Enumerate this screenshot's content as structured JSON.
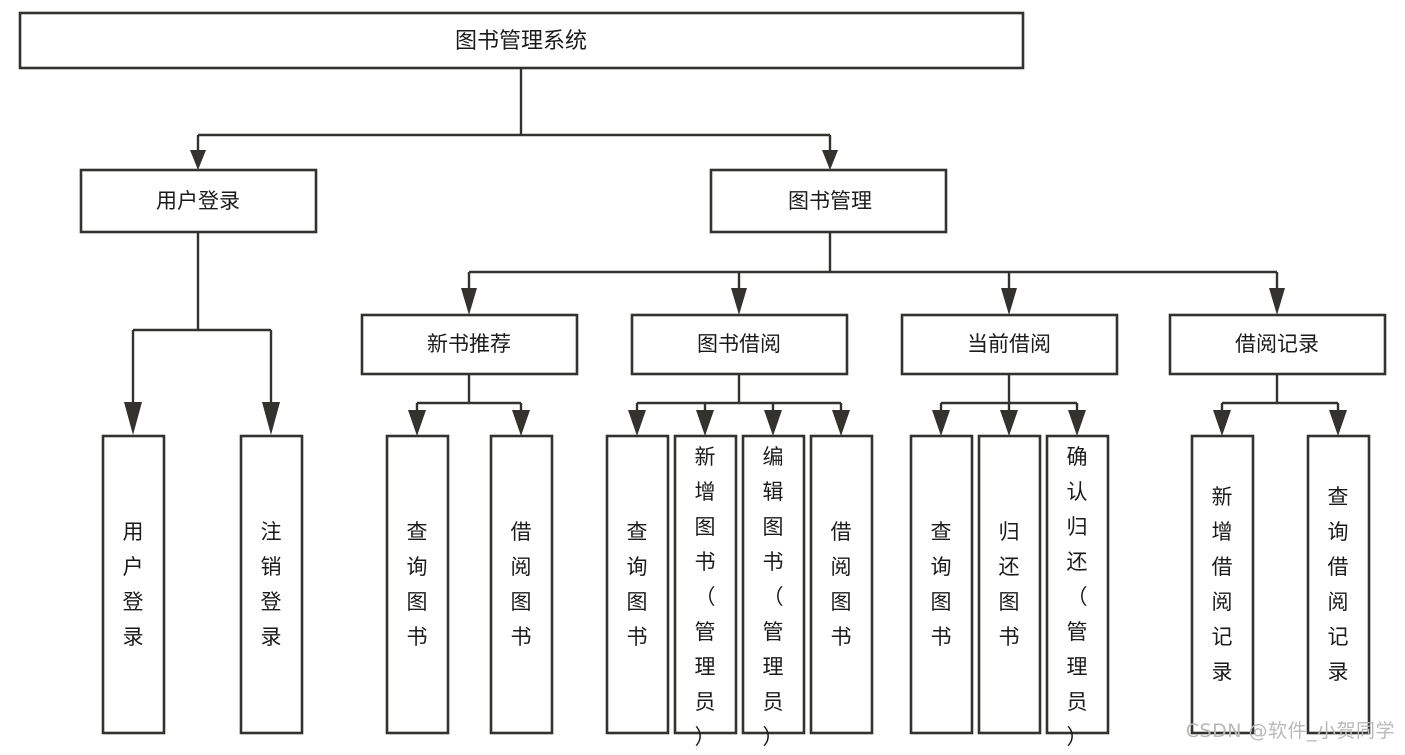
{
  "diagram": {
    "type": "tree-hierarchy-flowchart",
    "title": "图书管理系统",
    "background_color": "#ffffff",
    "box_stroke_color": "#33322f",
    "box_fill_color": "#ffffff",
    "text_color": "#1b1b1b",
    "root": {
      "id": "root",
      "label": "图书管理系统",
      "orientation": "horizontal"
    },
    "level2": [
      {
        "id": "user-login",
        "label": "用户登录",
        "orientation": "horizontal"
      },
      {
        "id": "book-management",
        "label": "图书管理",
        "orientation": "horizontal"
      }
    ],
    "level3": [
      {
        "id": "new-book-recommend",
        "label": "新书推荐",
        "orientation": "horizontal",
        "parent": "book-management"
      },
      {
        "id": "book-borrow",
        "label": "图书借阅",
        "orientation": "horizontal",
        "parent": "book-management"
      },
      {
        "id": "current-borrow",
        "label": "当前借阅",
        "orientation": "horizontal",
        "parent": "book-management"
      },
      {
        "id": "borrow-record",
        "label": "借阅记录",
        "orientation": "horizontal",
        "parent": "book-management"
      }
    ],
    "leaves": {
      "user-login": [
        {
          "id": "leaf-user-login",
          "label": "用户登录",
          "orientation": "vertical"
        },
        {
          "id": "leaf-logout-login",
          "label": "注销登录",
          "orientation": "vertical"
        }
      ],
      "new-book-recommend": [
        {
          "id": "leaf-query-books-1",
          "label": "查询图书",
          "orientation": "vertical"
        },
        {
          "id": "leaf-borrow-books-1",
          "label": "借阅图书",
          "orientation": "vertical"
        }
      ],
      "book-borrow": [
        {
          "id": "leaf-query-books-2",
          "label": "查询图书",
          "orientation": "vertical"
        },
        {
          "id": "leaf-add-book",
          "label": "新增图书（管理员）",
          "orientation": "vertical"
        },
        {
          "id": "leaf-edit-book",
          "label": "编辑图书（管理员）",
          "orientation": "vertical"
        },
        {
          "id": "leaf-borrow-books-2",
          "label": "借阅图书",
          "orientation": "vertical"
        }
      ],
      "current-borrow": [
        {
          "id": "leaf-query-books-3",
          "label": "查询图书",
          "orientation": "vertical"
        },
        {
          "id": "leaf-return-book",
          "label": "归还图书",
          "orientation": "vertical"
        },
        {
          "id": "leaf-confirm-return",
          "label": "确认归还（管理员）",
          "orientation": "vertical"
        }
      ],
      "borrow-record": [
        {
          "id": "leaf-add-record",
          "label": "新增借阅记录",
          "orientation": "vertical"
        },
        {
          "id": "leaf-query-record",
          "label": "查询借阅记录",
          "orientation": "vertical"
        }
      ]
    }
  },
  "watermark": {
    "text": "CSDN @软件_小贺同学",
    "color": "#b9b9b9"
  }
}
